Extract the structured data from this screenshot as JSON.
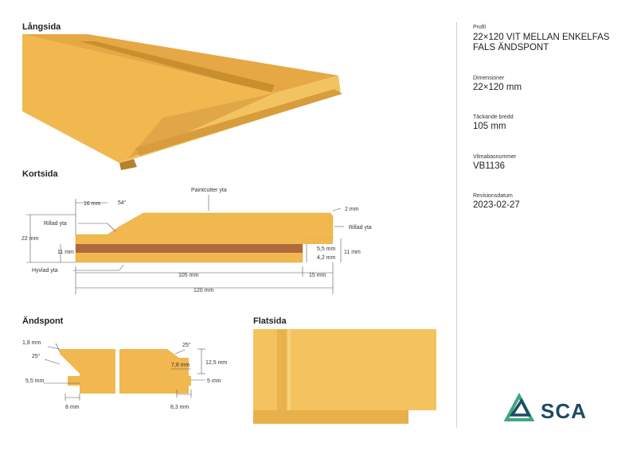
{
  "sections": {
    "langsida": "Långsida",
    "kortsida": "Kortsida",
    "andspont": "Ändspont",
    "flatsida": "Flatsida"
  },
  "kortsida_labels": {
    "paintcutter": "Paintcutter yta",
    "rillad_left": "Rillad yta",
    "rillad_right": "Rillad yta",
    "hyvlad": "Hyvlad yta",
    "d16": "16 mm",
    "a54": "54°",
    "d2": "2 mm",
    "d22": "22 mm",
    "d11_left": "11 mm",
    "d11_right": "11 mm",
    "d5_5": "5,5 mm",
    "d4_2": "4,2 mm",
    "d105": "105 mm",
    "d15": "15 mm",
    "d120": "120 mm"
  },
  "andspont_labels": {
    "d1_8": "1,8 mm",
    "a25_left": "25°",
    "d5_5": "5,5 mm",
    "d8": "8 mm",
    "a25_right": "25°",
    "d7_8": "7,8 mm",
    "d12_5": "12,5 mm",
    "d5": "5 mm",
    "d8_3": "8,3 mm"
  },
  "info": {
    "profil_label": "Profil",
    "profil_line1": "22×120 VIT MELLAN ENKELFAS",
    "profil_line2": "FALS ÄNDSPONT",
    "dimensioner_label": "Dimensioner",
    "dimensioner_value": "22×120 mm",
    "tackande_label": "Täckande bredd",
    "tackande_value": "105 mm",
    "vilma_label": "Vilmabasnummer",
    "vilma_value": "VB1136",
    "revision_label": "Revisionsdatum",
    "revision_value": "2023-02-27"
  },
  "logo": {
    "text": "SCA"
  },
  "colors": {
    "wood": "#f0b84f",
    "wood_dark": "#c98f2e",
    "wood_mid": "#dca244",
    "core": "#b0693b",
    "logo_blue": "#1e4a63",
    "logo_green": "#3fa77c"
  }
}
